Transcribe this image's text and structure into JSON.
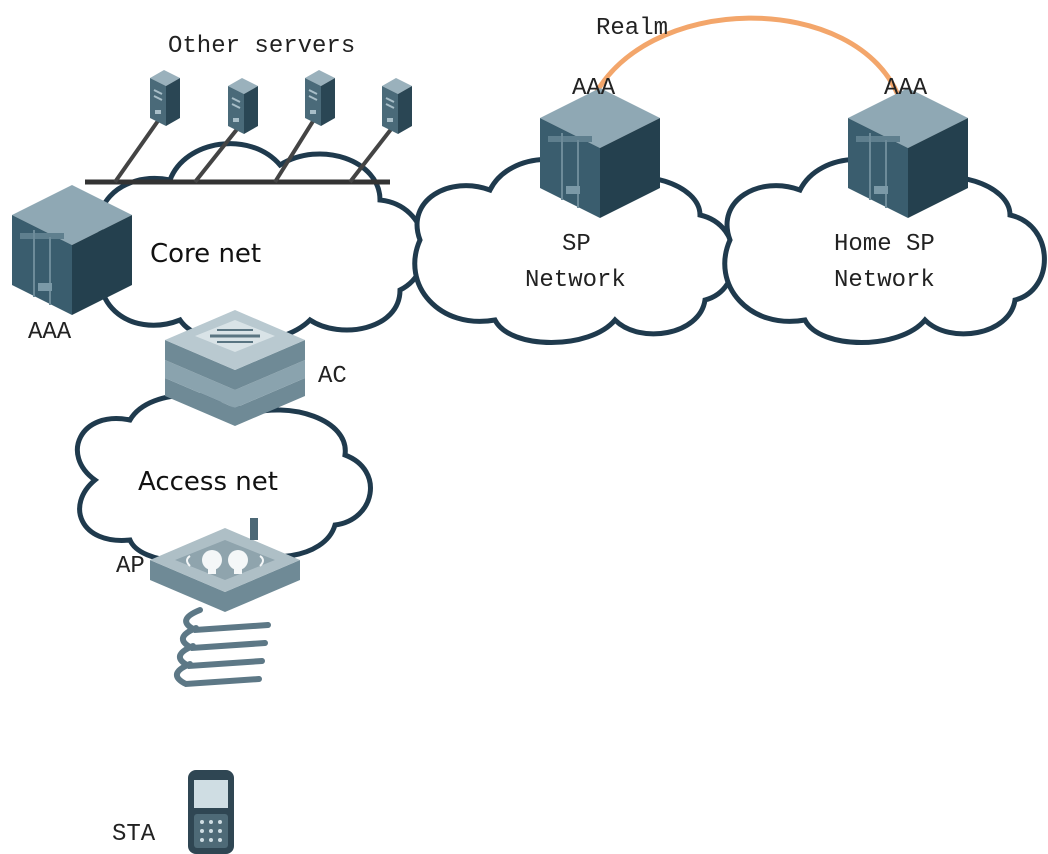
{
  "labels": {
    "other_servers": "Other servers",
    "realm": "Realm",
    "aaa_visited": "AAA",
    "aaa_home": "AAA",
    "aaa_local": "AAA",
    "core_net": "Core net",
    "sp_line1": "SP",
    "sp_line2": "Network",
    "home_sp_line1": "Home SP",
    "home_sp_line2": "Network",
    "ac": "AC",
    "access_net": "Access net",
    "ap": "AP",
    "sta": "STA"
  },
  "colors": {
    "cloud_outline": "#1f3a4d",
    "realm_arc": "#f3a66b",
    "server_dark": "#2e4f5f",
    "server_light": "#7d98a6"
  },
  "icons": {
    "aaa_server": "server-icon",
    "other_server": "tower-server-icon",
    "ac": "access-controller-icon",
    "ap": "access-point-icon",
    "sta": "mobile-phone-icon",
    "wireless": "wireless-signal-icon"
  }
}
